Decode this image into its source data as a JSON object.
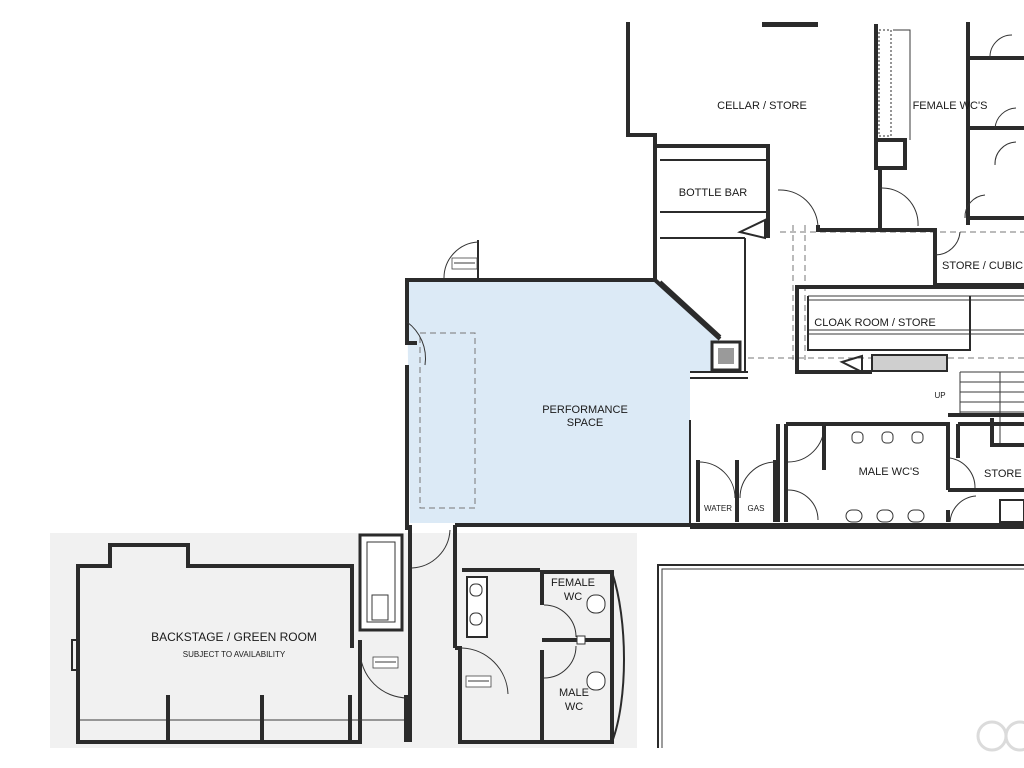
{
  "rooms": {
    "cellar_store": "CELLAR / STORE",
    "female_wcs": "FEMALE WC'S",
    "bottle_bar": "BOTTLE BAR",
    "store_cubicle": "STORE / CUBIC",
    "cloak_room": "CLOAK ROOM / STORE",
    "up_marker": "UP",
    "performance_line1": "PERFORMANCE",
    "performance_line2": "SPACE",
    "water": "WATER",
    "gas": "GAS",
    "male_wcs": "MALE WC'S",
    "store_right": "STORE",
    "backstage": "BACKSTAGE / GREEN ROOM",
    "backstage_note": "SUBJECT TO AVAILABILITY",
    "female_wc_line1": "FEMALE",
    "female_wc_line2": "WC",
    "male_wc_line1": "MALE",
    "male_wc_line2": "WC"
  },
  "colors": {
    "performance_fill": "#dceaf6",
    "backstage_fill": "#f1f1f1",
    "wall": "#2b2b2b",
    "background": "#ffffff"
  }
}
